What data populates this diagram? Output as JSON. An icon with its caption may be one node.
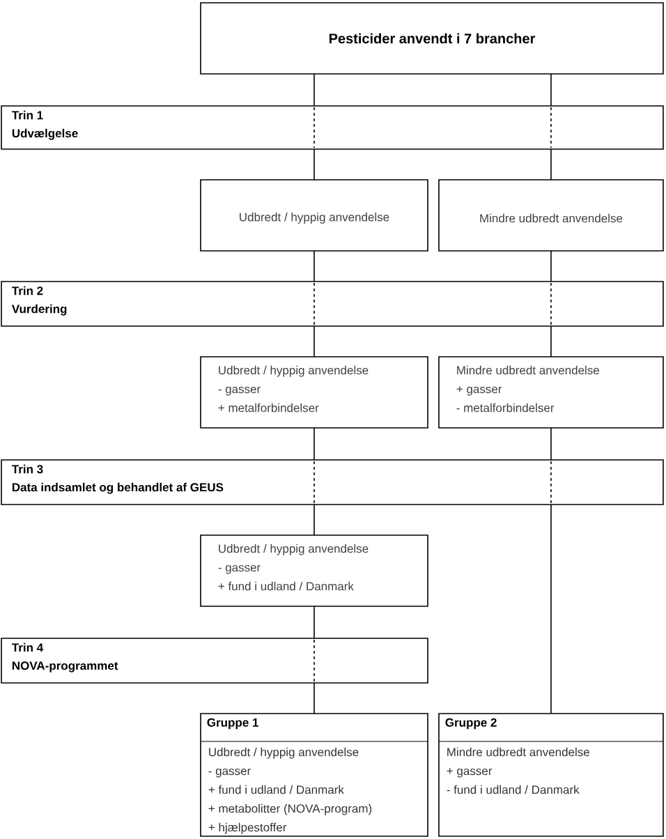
{
  "diagram": {
    "nodes": [
      {
        "text": [
          "Pesticider anvendt i 7 brancher"
        ]
      },
      {
        "text": [
          "Trin 1",
          "Udvælgelse"
        ]
      },
      {
        "text": [
          "Udbredt / hyppig anvendelse"
        ]
      },
      {
        "text": [
          "Mindre udbredt anvendelse"
        ]
      },
      {
        "text": [
          "Trin 2",
          "Vurdering"
        ]
      },
      {
        "text": [
          "Udbredt / hyppig anvendelse",
          "- gasser",
          "+ metalforbindelser"
        ]
      },
      {
        "text": [
          "Mindre udbredt anvendelse",
          "+ gasser",
          "- metalforbindelser"
        ]
      },
      {
        "text": [
          "Trin 3",
          "Data indsamlet og behandlet af GEUS"
        ]
      },
      {
        "text": [
          "Udbredt / hyppig anvendelse",
          "- gasser",
          "+ fund i udland / Danmark"
        ]
      },
      {
        "text": [
          "Trin 4",
          "NOVA-programmet"
        ]
      },
      {
        "text": [
          "Gruppe 1",
          "Udbredt / hyppig anvendelse",
          "- gasser",
          "+ fund i udland / Danmark",
          "+ metabolitter (NOVA-program)",
          "+ hjælpestoffer"
        ]
      },
      {
        "text": [
          "Gruppe 2",
          "Mindre udbredt anvendelse",
          "+ gasser",
          "- fund i udland / Danmark"
        ]
      }
    ],
    "edges": [
      {
        "from": 0,
        "to": 1,
        "arrow": "none"
      },
      {
        "from": 0,
        "to": 1,
        "arrow": "none"
      },
      {
        "from": 1,
        "to": 2,
        "arrow": "none"
      },
      {
        "from": 1,
        "to": 3,
        "arrow": "none"
      },
      {
        "from": 2,
        "to": 4,
        "arrow": "none"
      },
      {
        "from": 3,
        "to": 4,
        "arrow": "none"
      },
      {
        "from": 4,
        "to": 5,
        "arrow": "none"
      },
      {
        "from": 4,
        "to": 6,
        "arrow": "none"
      },
      {
        "from": 5,
        "to": 7,
        "arrow": "none"
      },
      {
        "from": 6,
        "to": 7,
        "arrow": "none"
      },
      {
        "from": 7,
        "to": 8,
        "arrow": "none"
      },
      {
        "from": 7,
        "to": 11,
        "arrow": "none"
      },
      {
        "from": 8,
        "to": 9,
        "arrow": "none"
      },
      {
        "from": 9,
        "to": 10,
        "arrow": "none"
      }
    ]
  }
}
